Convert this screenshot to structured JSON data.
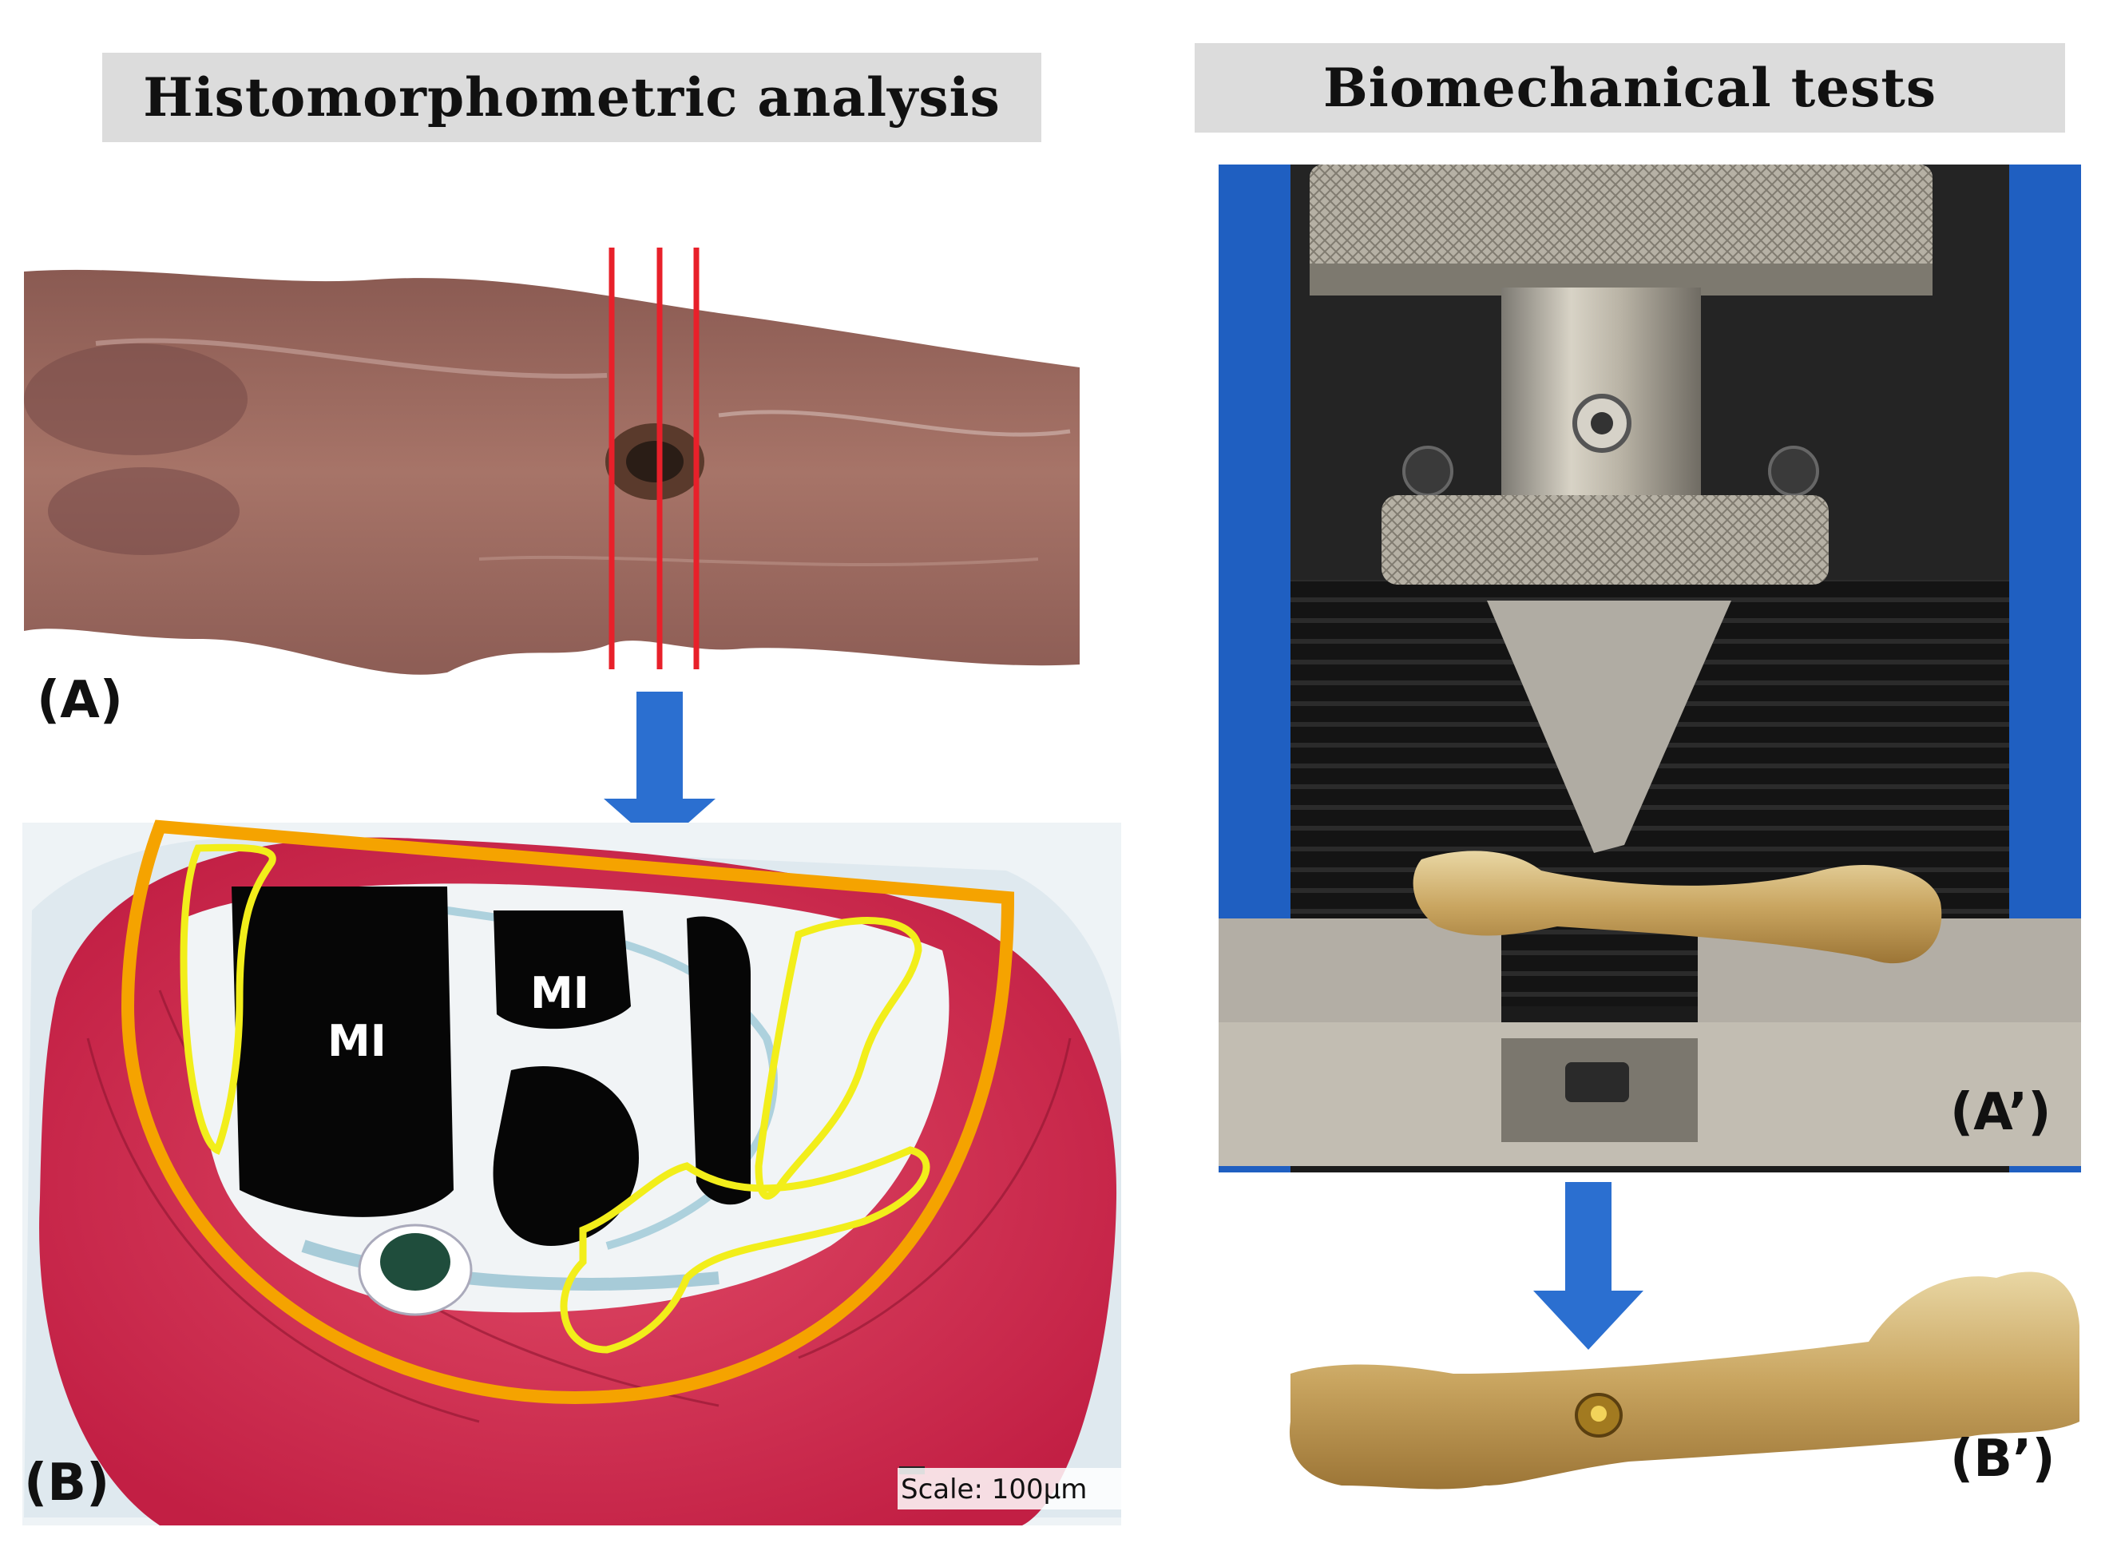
{
  "headers": {
    "left": "Histomorphometric analysis",
    "right": "Biomechanical tests"
  },
  "panel_labels": {
    "a": "(A)",
    "b": "(B)",
    "a_prime": "(A’)",
    "b_prime": "(B’)"
  },
  "histology": {
    "region_label_1": "MI",
    "region_label_2": "MI",
    "scale_text": "Scale: 100µm"
  },
  "colors": {
    "header_bg": "#dcdcdc",
    "arrow": "#2b6fd0",
    "cut_lines": "#e8202a",
    "roi_outline": "#f5a300",
    "trabecular_outline": "#f2ee1a",
    "bone_stain": "#d92e4f",
    "machine_frame": "#1f5fc1"
  }
}
